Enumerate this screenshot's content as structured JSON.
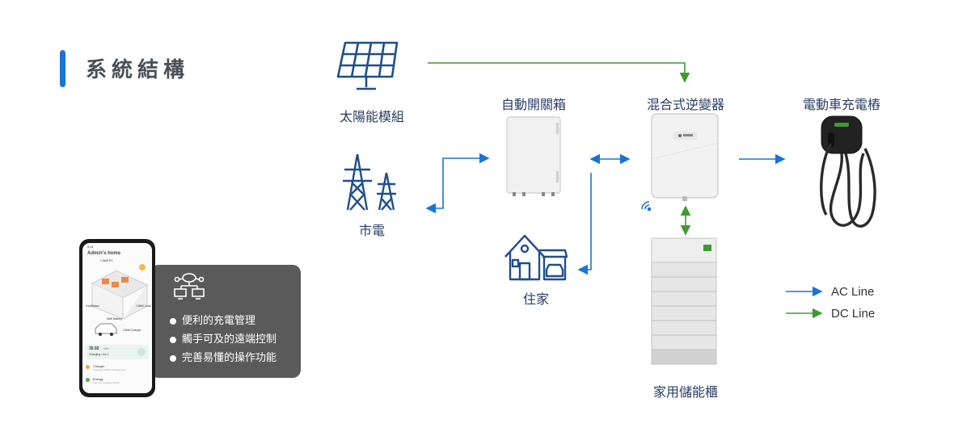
{
  "page_title": "系統結構",
  "nodes": {
    "solar": "太陽能模組",
    "grid": "市電",
    "ats": "自動開關箱",
    "home": "住家",
    "inverter": "混合式逆變器",
    "ev_charger": "電動車充電樁",
    "battery": "家用儲能櫃"
  },
  "legend": {
    "ac": "AC Line",
    "dc": "DC Line"
  },
  "colors": {
    "ac": "#1a73d9",
    "dc": "#3f9a33",
    "accent": "#1a73d9",
    "icon": "#1f4e8c"
  },
  "features": [
    "便利的充電管理",
    "觸手可及的遠端控制",
    "完善易懂的操作功能"
  ],
  "app": {
    "home_title": "Admin's home",
    "status_time": "9:41",
    "house_labels": [
      "1.8kW PV",
      "GridStatus",
      "1.8kW Load",
      "0kW Battery",
      "10kW Charger"
    ],
    "charging_value": "35.92",
    "charging_unit": "kWh",
    "charging_label": "Charging • AA 1",
    "list": [
      {
        "title": "Charger",
        "sub": "Charging station management"
      },
      {
        "title": "Energy",
        "sub": "Full your energy process"
      }
    ]
  }
}
